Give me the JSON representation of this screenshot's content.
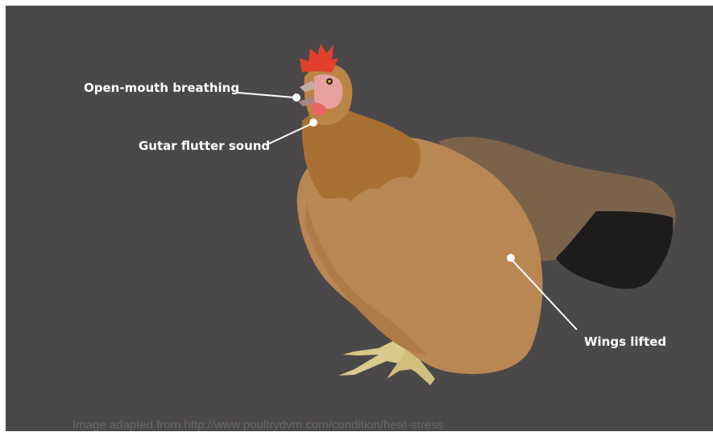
{
  "callouts": [
    {
      "id": "open-mouth",
      "label": "Open-mouth breathing"
    },
    {
      "id": "gular-flutter",
      "label": "Gutar flutter sound"
    },
    {
      "id": "wings",
      "label": "Wings lifted"
    }
  ],
  "caption": "Image adapted from http://www.poultrydvm.com/condition/heat-stress",
  "colors": {
    "background": "#4b4849",
    "body": "#b98754",
    "neck_feathers": "#a97034",
    "tail": "#7a6349",
    "tail_black": "#1d1b1c",
    "comb": "#e0402c",
    "face": "#e6a1a0",
    "legs": "#d9c98a",
    "callout": "#ffffff"
  }
}
